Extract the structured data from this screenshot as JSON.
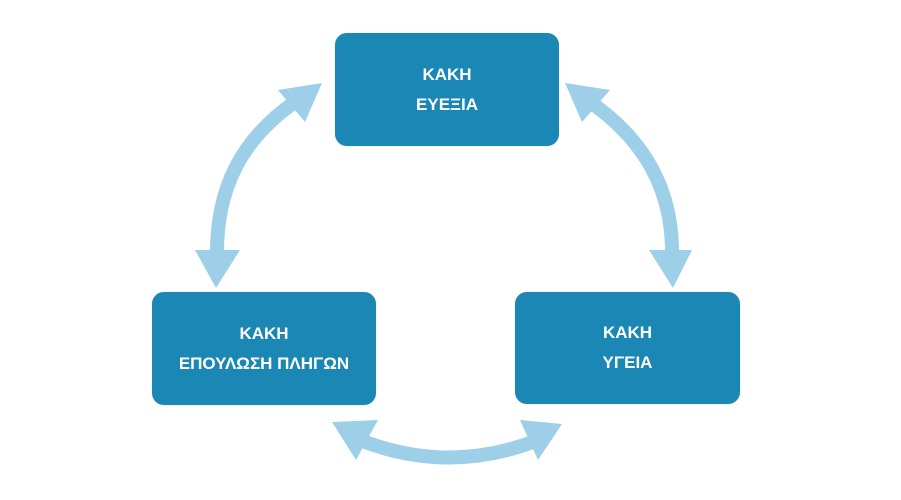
{
  "diagram": {
    "type": "cycle",
    "colors": {
      "node_fill": "#1a87b4",
      "node_text": "#ffffff",
      "arrow_fill": "#9dcfe9"
    },
    "nodes": [
      {
        "id": "top",
        "line1": "ΚΑΚΗ",
        "line2": "ΕΥΕΞΙΑ"
      },
      {
        "id": "left",
        "line1": "ΚΑΚΗ",
        "line2": "ΕΠΟΥΛΩΣΗ ΠΛΗΓΩΝ"
      },
      {
        "id": "right",
        "line1": "ΚΑΚΗ",
        "line2": "ΥΓΕΙΑ"
      }
    ],
    "edges": [
      {
        "from": "top",
        "to": "left",
        "direction": "bidirectional"
      },
      {
        "from": "top",
        "to": "right",
        "direction": "bidirectional"
      },
      {
        "from": "left",
        "to": "right",
        "direction": "bidirectional"
      }
    ]
  }
}
